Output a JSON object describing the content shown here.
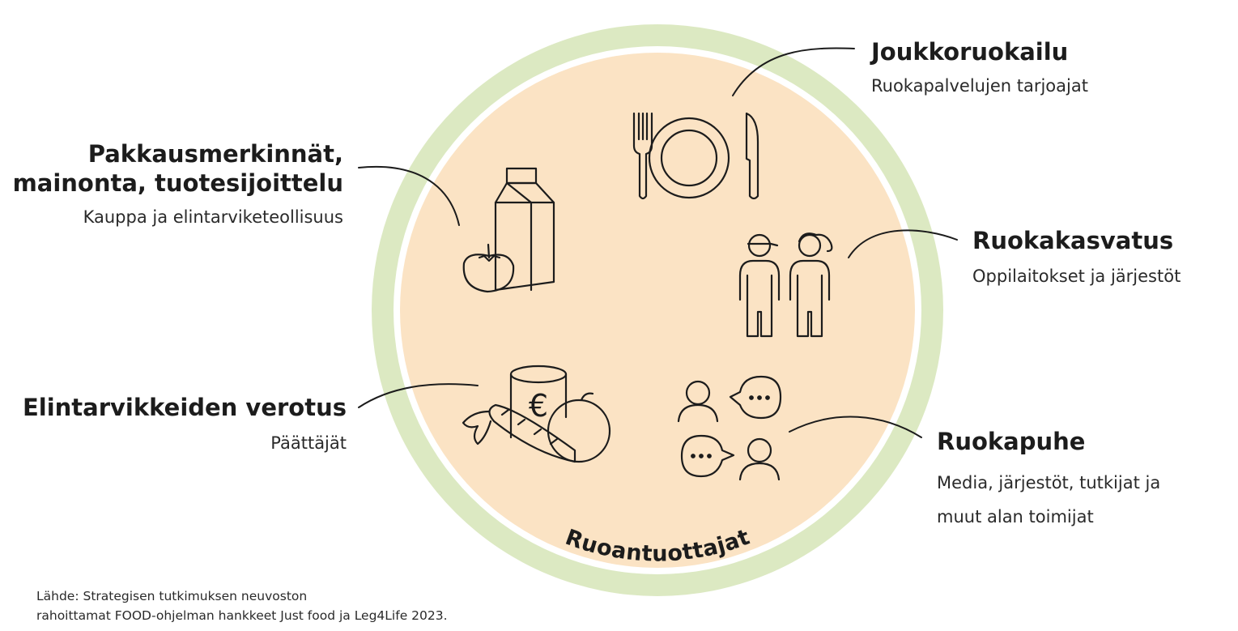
{
  "ring_label": "Ruoantuottajat",
  "actors": {
    "joukkoruokailu": {
      "title": "Joukkoruokailu",
      "subtitle": "Ruokapalvelujen tarjoajat",
      "icon": "plate-cutlery-icon"
    },
    "pakkaus": {
      "title_line1": "Pakkausmerkinnät,",
      "title_line2": "mainonta, tuotesijoittelu",
      "subtitle": "Kauppa ja elintarviketeollisuus",
      "icon": "milk-carton-tomato-icon"
    },
    "ruokakasvatus": {
      "title": "Ruokakasvatus",
      "subtitle": "Oppilaitokset ja järjestöt",
      "icon": "children-icon"
    },
    "verotus": {
      "title": "Elintarvikkeiden verotus",
      "subtitle": "Päättäjät",
      "icon": "euro-can-vegetables-icon"
    },
    "ruokapuhe": {
      "title": "Ruokapuhe",
      "subtitle_line1": "Media, järjestöt, tutkijat ja",
      "subtitle_line2": "muut alan toimijat",
      "icon": "conversation-icon"
    }
  },
  "source": {
    "line1": "Lähde: Strategisen tutkimuksen neuvoston",
    "line2": "rahoittamat FOOD-ohjelman hankkeet Just food ja Leg4Life 2023."
  },
  "colors": {
    "outer_ring": "#dce9c2",
    "inner_circle": "#fbe3c4",
    "icon_stroke": "#1c1c1c"
  }
}
